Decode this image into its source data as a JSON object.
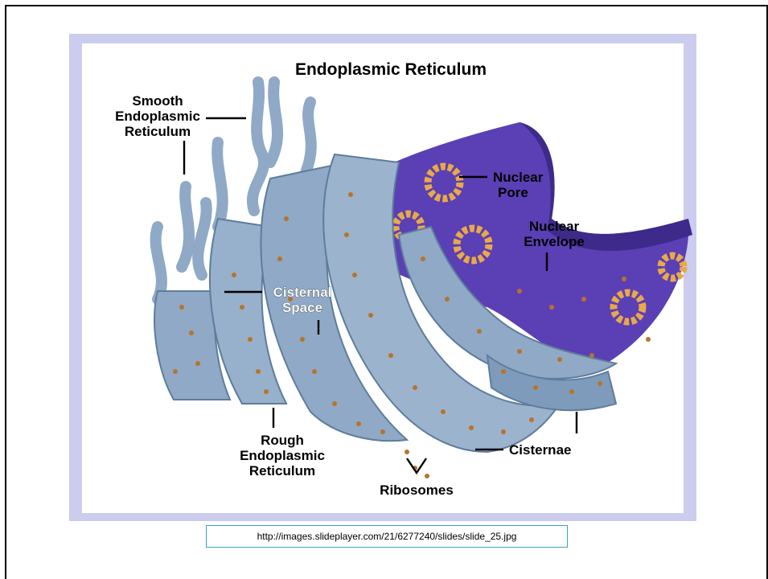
{
  "diagram": {
    "title": "Endoplasmic Reticulum",
    "labels": {
      "smooth_er": [
        "Smooth",
        "Endoplasmic",
        "Reticulum"
      ],
      "nuclear_pore": [
        "Nuclear",
        "Pore"
      ],
      "nuclear_envelope": [
        "Nuclear",
        "Envelope"
      ],
      "cisternal_space": [
        "Cisternal",
        "Space"
      ],
      "rough_er": [
        "Rough",
        "Endoplasmic",
        "Reticulum"
      ],
      "cisternae": "Cisternae",
      "ribosomes": "Ribosomes"
    },
    "colors": {
      "membrane": "#8fa9c6",
      "membrane_dark": "#5f7c9c",
      "nucleus": "#5b3fb5",
      "nucleus_dark": "#3d2a8a",
      "ribosome": "#b8732a",
      "pore": "#e8a94a",
      "panel_border": "#ccccee"
    }
  },
  "source_url": "http://images.slideplayer.com/21/6277240/slides/slide_25.jpg"
}
